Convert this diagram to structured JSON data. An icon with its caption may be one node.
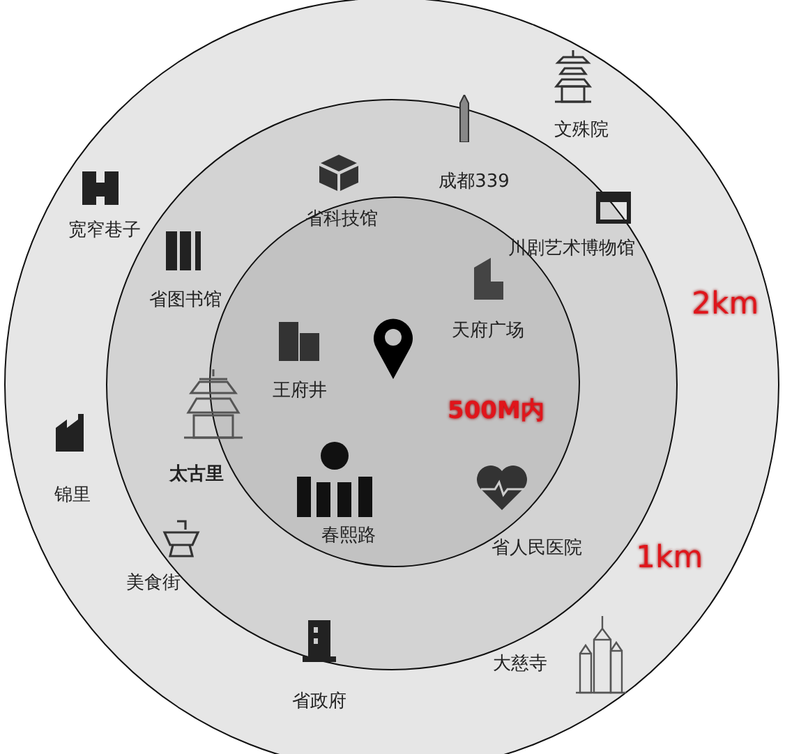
{
  "diagram": {
    "nodes": [
      {
        "text": [
          "2km"
        ]
      },
      {
        "text": [
          "1km"
        ],
        "in": 0
      },
      {
        "text": [
          "500M内"
        ],
        "in": 1
      }
    ],
    "edges": [],
    "labels": [
      "文殊院",
      "成都339",
      "宽窄巷子",
      "省科技馆",
      "川剧艺术博物馆",
      "省图书馆",
      "天府广场",
      "王府井",
      "太古里",
      "锦里",
      "春熙路",
      "省人民医院",
      "美食街",
      "大慈寺",
      "省政府"
    ]
  }
}
